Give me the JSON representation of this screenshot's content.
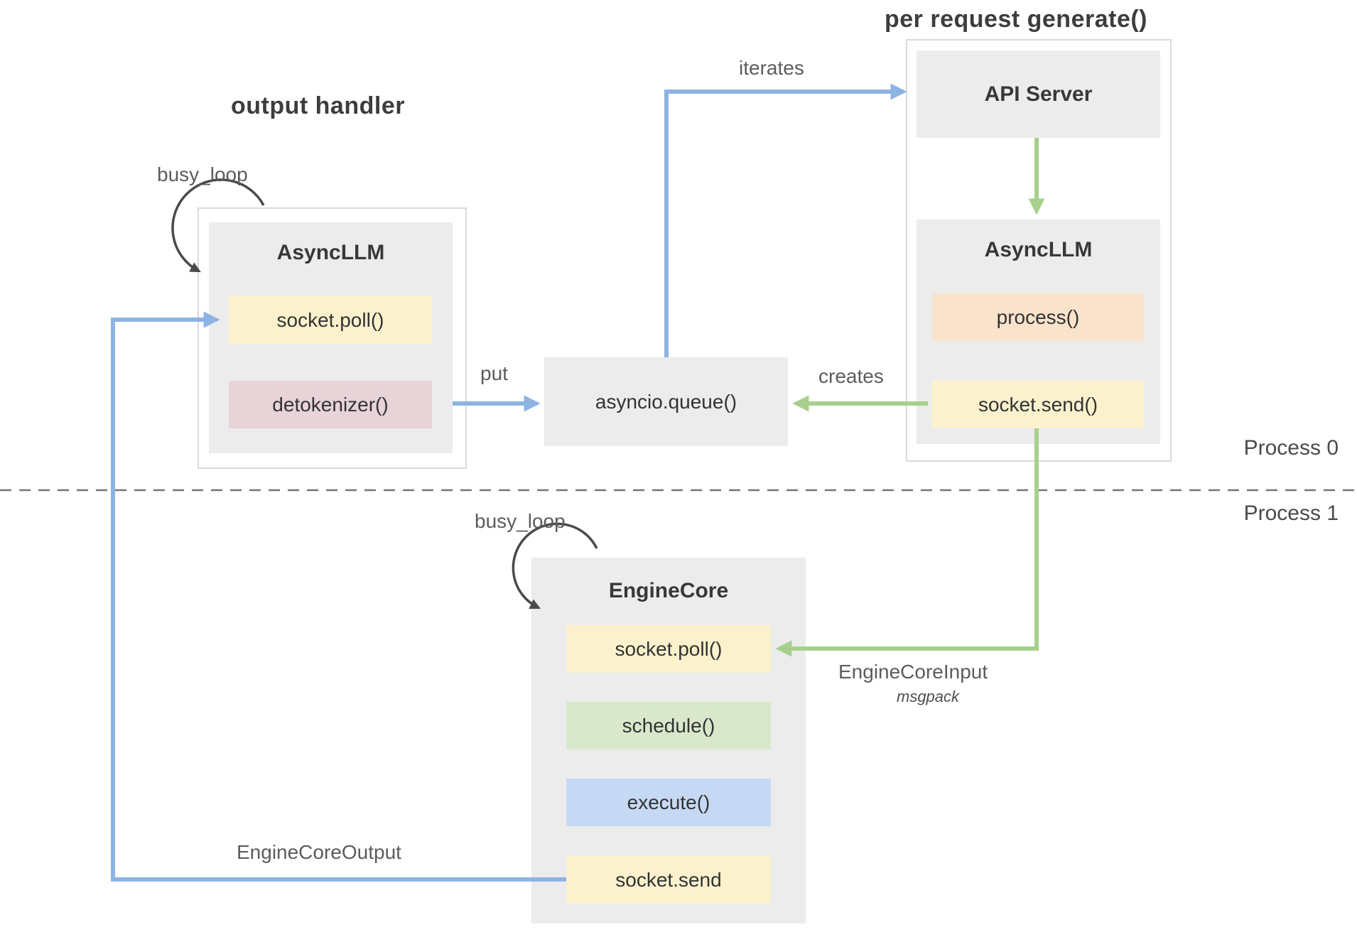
{
  "titles": {
    "output_handler": "output handler",
    "per_request_generate": "per request generate()"
  },
  "process_labels": {
    "process0": "Process 0",
    "process1": "Process 1"
  },
  "arrow_labels": {
    "busy_loop_top": "busy_loop",
    "busy_loop_bottom": "busy_loop",
    "iterates": "iterates",
    "put": "put",
    "creates": "creates",
    "engine_core_input": "EngineCoreInput",
    "engine_core_input_format": "msgpack",
    "engine_core_output": "EngineCoreOutput"
  },
  "nodes": {
    "api_server": {
      "title": "API Server"
    },
    "async_llm_left": {
      "title": "AsyncLLM",
      "methods": [
        {
          "label": "socket.poll()"
        },
        {
          "label": "detokenizer()"
        }
      ]
    },
    "async_llm_right": {
      "title": "AsyncLLM",
      "methods": [
        {
          "label": "process()"
        },
        {
          "label": "socket.send()"
        }
      ]
    },
    "asyncio_queue": {
      "title": "asyncio.queue()"
    },
    "engine_core": {
      "title": "EngineCore",
      "methods": [
        {
          "label": "socket.poll()"
        },
        {
          "label": "schedule()"
        },
        {
          "label": "execute()"
        },
        {
          "label": "socket.send"
        }
      ]
    }
  },
  "colors": {
    "node_bg": "#ececec",
    "yellow": "#fbf2cd",
    "pink": "#e7d3d8",
    "peach": "#fae3cb",
    "green": "#d9e8cb",
    "blue": "#c6d9f4",
    "blue_arrow": "#8db3e2",
    "green_arrow": "#a7d08c"
  }
}
